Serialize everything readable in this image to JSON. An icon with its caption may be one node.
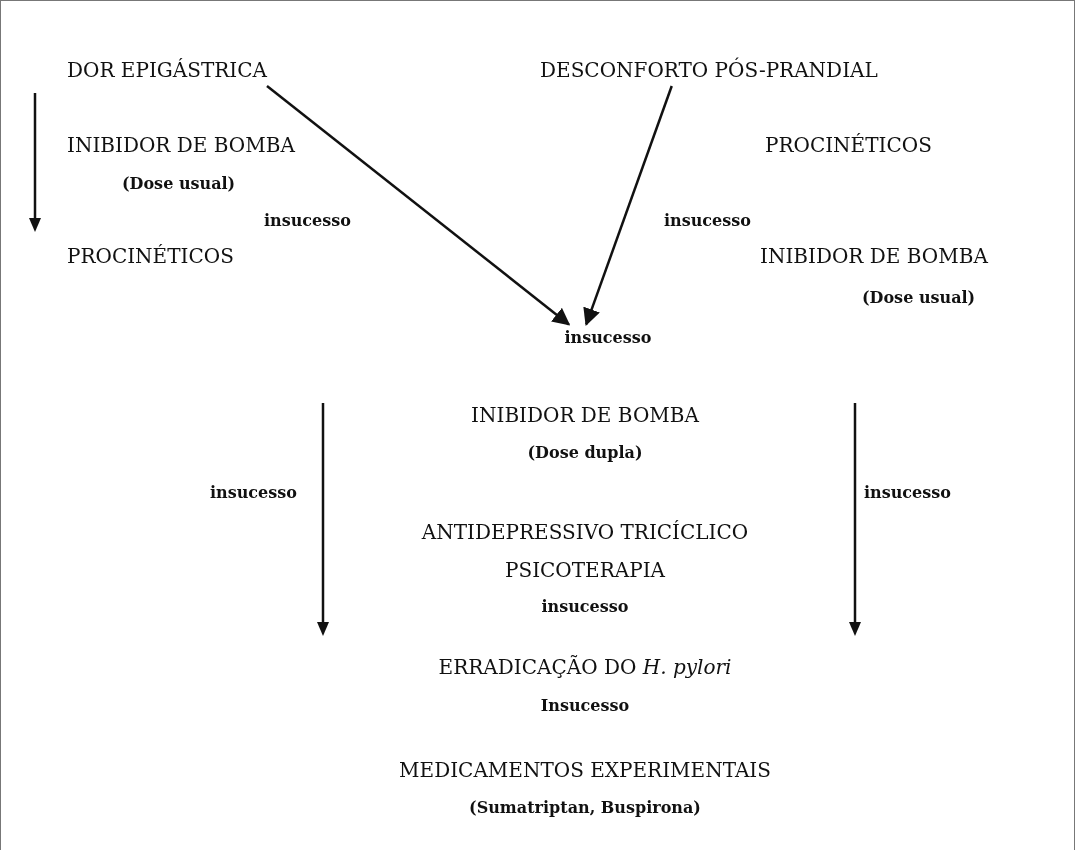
{
  "diagram": {
    "nodes": [
      {
        "text": [
          "DOR EPIGÁSTRICA"
        ]
      },
      {
        "text": [
          "DESCONFORTO PÓS-PRANDIAL"
        ]
      },
      {
        "text": [
          "insucesso"
        ]
      }
    ],
    "edges": [
      {
        "from": 0,
        "to": 2,
        "arrow": "to"
      },
      {
        "from": 1,
        "to": 2,
        "arrow": "to"
      }
    ],
    "labels": [
      "INIBIDOR DE BOMBA",
      "PROCINÉTICOS",
      "(Dose usual)",
      "insucesso",
      "insucesso",
      "PROCINÉTICOS",
      "INIBIDOR DE BOMBA",
      "(Dose usual)",
      "INIBIDOR DE BOMBA",
      "(Dose dupla)",
      "insucesso",
      "insucesso",
      "ANTIDEPRESSIVO TRICÍCLICO",
      "PSICOTERAPIA",
      "insucesso",
      "ERRADICAÇÃO DO *H. pylori*",
      "Insucesso",
      "MEDICAMENTOS EXPERIMENTAIS",
      "(Sumatriptan, Buspirona)"
    ]
  }
}
